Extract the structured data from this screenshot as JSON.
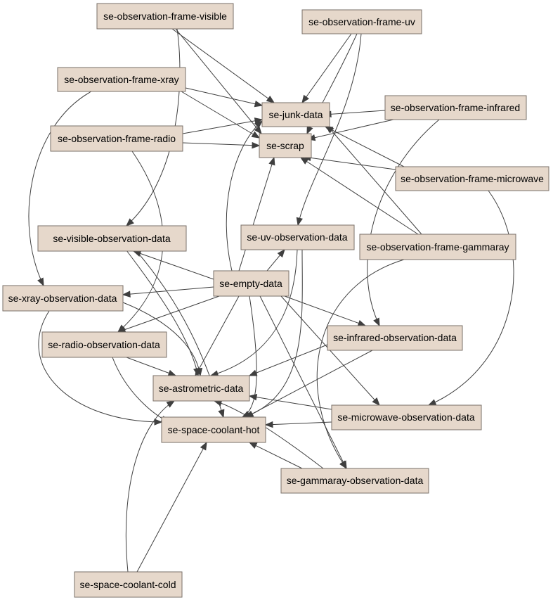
{
  "diagram": {
    "node_fill": "#e6d8cb",
    "node_stroke": "#7a7069",
    "edge_color": "#3f3f3f",
    "nodes": [
      {
        "id": "frame_visible",
        "label": "se-observation-frame-visible"
      },
      {
        "id": "frame_uv",
        "label": "se-observation-frame-uv"
      },
      {
        "id": "frame_xray",
        "label": "se-observation-frame-xray"
      },
      {
        "id": "junk",
        "label": "se-junk-data"
      },
      {
        "id": "frame_infrared",
        "label": "se-observation-frame-infrared"
      },
      {
        "id": "frame_radio",
        "label": "se-observation-frame-radio"
      },
      {
        "id": "scrap",
        "label": "se-scrap"
      },
      {
        "id": "frame_microwave",
        "label": "se-observation-frame-microwave"
      },
      {
        "id": "visible_data",
        "label": "se-visible-observation-data"
      },
      {
        "id": "uv_data",
        "label": "se-uv-observation-data"
      },
      {
        "id": "frame_gammaray",
        "label": "se-observation-frame-gammaray"
      },
      {
        "id": "xray_data",
        "label": "se-xray-observation-data"
      },
      {
        "id": "empty",
        "label": "se-empty-data"
      },
      {
        "id": "infrared_data",
        "label": "se-infrared-observation-data"
      },
      {
        "id": "radio_data",
        "label": "se-radio-observation-data"
      },
      {
        "id": "astrometric",
        "label": "se-astrometric-data"
      },
      {
        "id": "microwave_data",
        "label": "se-microwave-observation-data"
      },
      {
        "id": "coolant_hot",
        "label": "se-space-coolant-hot"
      },
      {
        "id": "gammaray_data",
        "label": "se-gammaray-observation-data"
      },
      {
        "id": "coolant_cold",
        "label": "se-space-coolant-cold"
      }
    ],
    "edges": [
      {
        "from": "frame_visible",
        "to": "junk"
      },
      {
        "from": "frame_visible",
        "to": "scrap"
      },
      {
        "from": "frame_visible",
        "to": "visible_data"
      },
      {
        "from": "frame_uv",
        "to": "junk"
      },
      {
        "from": "frame_uv",
        "to": "scrap"
      },
      {
        "from": "frame_uv",
        "to": "uv_data"
      },
      {
        "from": "frame_xray",
        "to": "junk"
      },
      {
        "from": "frame_xray",
        "to": "scrap"
      },
      {
        "from": "frame_xray",
        "to": "xray_data"
      },
      {
        "from": "frame_infrared",
        "to": "junk"
      },
      {
        "from": "frame_infrared",
        "to": "scrap"
      },
      {
        "from": "frame_infrared",
        "to": "infrared_data"
      },
      {
        "from": "frame_radio",
        "to": "junk"
      },
      {
        "from": "frame_radio",
        "to": "scrap"
      },
      {
        "from": "frame_radio",
        "to": "radio_data"
      },
      {
        "from": "frame_microwave",
        "to": "junk"
      },
      {
        "from": "frame_microwave",
        "to": "scrap"
      },
      {
        "from": "frame_microwave",
        "to": "microwave_data"
      },
      {
        "from": "frame_gammaray",
        "to": "junk"
      },
      {
        "from": "frame_gammaray",
        "to": "scrap"
      },
      {
        "from": "frame_gammaray",
        "to": "gammaray_data"
      },
      {
        "from": "empty",
        "to": "junk"
      },
      {
        "from": "empty",
        "to": "scrap"
      },
      {
        "from": "empty",
        "to": "visible_data"
      },
      {
        "from": "empty",
        "to": "uv_data"
      },
      {
        "from": "empty",
        "to": "xray_data"
      },
      {
        "from": "empty",
        "to": "infrared_data"
      },
      {
        "from": "empty",
        "to": "radio_data"
      },
      {
        "from": "empty",
        "to": "microwave_data"
      },
      {
        "from": "empty",
        "to": "gammaray_data"
      },
      {
        "from": "empty",
        "to": "astrometric"
      },
      {
        "from": "empty",
        "to": "coolant_hot"
      },
      {
        "from": "visible_data",
        "to": "astrometric"
      },
      {
        "from": "visible_data",
        "to": "coolant_hot"
      },
      {
        "from": "uv_data",
        "to": "astrometric"
      },
      {
        "from": "uv_data",
        "to": "coolant_hot"
      },
      {
        "from": "xray_data",
        "to": "astrometric"
      },
      {
        "from": "xray_data",
        "to": "coolant_hot"
      },
      {
        "from": "infrared_data",
        "to": "astrometric"
      },
      {
        "from": "infrared_data",
        "to": "coolant_hot"
      },
      {
        "from": "radio_data",
        "to": "astrometric"
      },
      {
        "from": "radio_data",
        "to": "coolant_hot"
      },
      {
        "from": "microwave_data",
        "to": "astrometric"
      },
      {
        "from": "microwave_data",
        "to": "coolant_hot"
      },
      {
        "from": "gammaray_data",
        "to": "astrometric"
      },
      {
        "from": "gammaray_data",
        "to": "coolant_hot"
      },
      {
        "from": "coolant_cold",
        "to": "astrometric"
      },
      {
        "from": "coolant_cold",
        "to": "coolant_hot"
      }
    ]
  }
}
